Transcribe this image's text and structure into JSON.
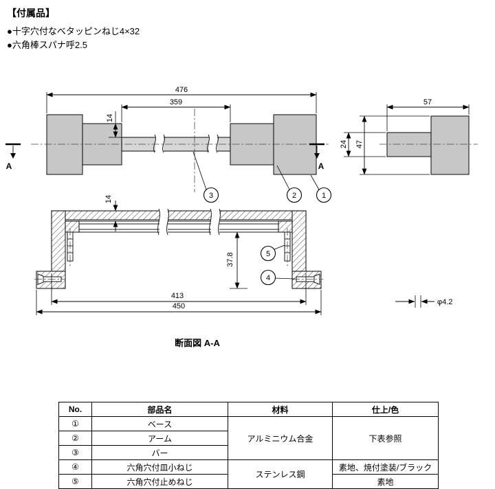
{
  "header": {
    "title": "【付属品】",
    "items": [
      "●十字穴付なべタッピンねじ4×32",
      "●六角棒スパナ呼2.5"
    ]
  },
  "drawing": {
    "front_view": {
      "dim_overall": "476",
      "dim_inner": "359",
      "dim_depth": "57",
      "dim_offset": "14",
      "dim_bar_height": "24",
      "dim_base_height": "47",
      "section_label_left": "A",
      "section_label_right": "A",
      "part_labels": {
        "p1": "1",
        "p2": "2",
        "p3": "3"
      }
    },
    "section_view": {
      "dim_wall": "14",
      "dim_height": "37.8",
      "dim_body": "413",
      "dim_overall": "450",
      "dim_hole": "φ4.2",
      "part_labels": {
        "p4": "4",
        "p5": "5"
      }
    },
    "caption": "断面図 A-A"
  },
  "table": {
    "headers": [
      "No.",
      "部品名",
      "材料",
      "仕上/色"
    ],
    "rows": [
      {
        "no": "①",
        "name": "ベース"
      },
      {
        "no": "②",
        "name": "アーム"
      },
      {
        "no": "③",
        "name": "バー"
      },
      {
        "no": "④",
        "name": "六角穴付皿小ねじ"
      },
      {
        "no": "⑤",
        "name": "六角穴付止めねじ"
      }
    ],
    "material_aluminum": "アルミニウム合金",
    "material_stainless": "ステンレス鋼",
    "finish_see_table": "下表参照",
    "finish_plain_baked": "素地、焼付塗装/ブラック",
    "finish_plain": "素地"
  }
}
